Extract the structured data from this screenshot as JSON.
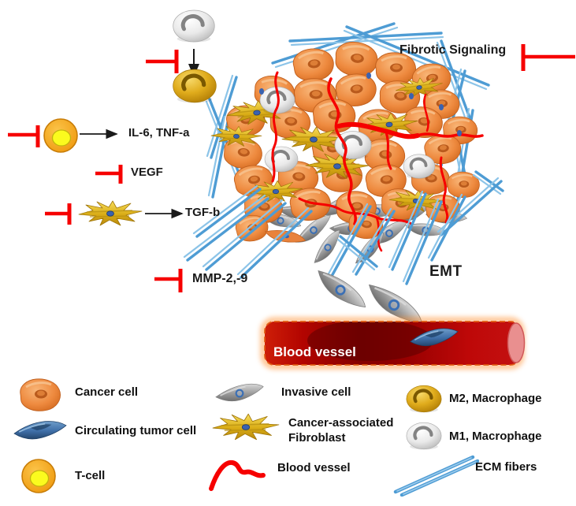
{
  "diagram": {
    "labels": {
      "fibrotic_signaling": "Fibrotic Signaling",
      "il6_tnfa": "IL-6, TNF-a",
      "vegf": "VEGF",
      "tgfb": "TGF-b",
      "mmp": "MMP-2,-9",
      "emt": "EMT",
      "blood_vessel": "Blood vessel"
    },
    "icons": {
      "inhibitor": "red-tbar-inhibitor-icon",
      "arrow": "black-arrow-icon",
      "m1": "m1-macrophage-icon",
      "m2": "m2-macrophage-icon",
      "t_cell": "t-cell-icon",
      "fibroblast": "cancer-associated-fibroblast-icon",
      "cancer_cell": "cancer-cell-icon",
      "invasive_cell": "invasive-cell-icon",
      "ctc": "circulating-tumor-cell-icon",
      "ecm_fiber": "ecm-fiber-icon",
      "vessel": "blood-vessel-icon"
    }
  },
  "legend": {
    "items": [
      {
        "icon": "cancer-cell-icon",
        "label": "Cancer cell"
      },
      {
        "icon": "circulating-tumor-cell-icon",
        "label": "Circulating tumor cell"
      },
      {
        "icon": "t-cell-icon",
        "label": "T-cell"
      },
      {
        "icon": "invasive-cell-icon",
        "label": "Invasive cell"
      },
      {
        "icon": "cancer-associated-fibroblast-icon",
        "label": "Cancer-associated Fibroblast"
      },
      {
        "icon": "blood-vessel-icon",
        "label": "Blood vessel"
      },
      {
        "icon": "m2-macrophage-icon",
        "label": "M2, Macrophage"
      },
      {
        "icon": "m1-macrophage-icon",
        "label": "M1, Macrophage"
      },
      {
        "icon": "ecm-fibers-icon",
        "label": "ECM fibers"
      }
    ]
  },
  "colors": {
    "cancer_cell": "#E8813C",
    "fibroblast_gold": "#DDAE1B",
    "m2_macrophage": "#D9A414",
    "m1_macrophage": "#E6E6E6",
    "t_cell_outer": "#F5A81E",
    "t_cell_nucleus": "#FBFB1E",
    "invasive_cell_gray": "#A0A0A0",
    "circulating_tumor_cell": "#3F6FA8",
    "ecm_fiber_blue": "#5EA7DA",
    "vessel_red": "#9E0000",
    "inhibitor_red": "#F60000",
    "text": "#1A1A1A"
  }
}
